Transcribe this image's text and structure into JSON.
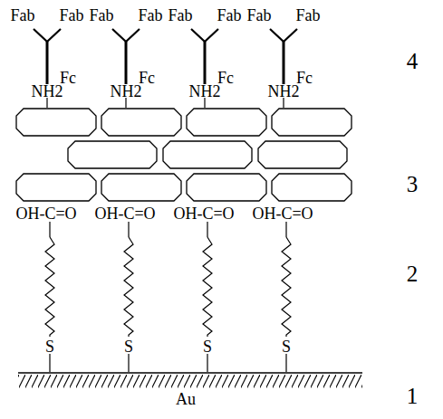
{
  "diagram": {
    "labels": [
      "Fab",
      "Fab",
      "Fab",
      "Fab",
      "Fab",
      "Fab",
      "Fab",
      "Fab",
      "4",
      "Fc",
      "Fc",
      "Fc",
      "Fc",
      "NH2",
      "NH2",
      "NH2",
      "NH2",
      "3",
      "OH-C=O",
      "OH-C=O",
      "OH-C=O",
      "OH-C=O",
      "2",
      "S",
      "S",
      "S",
      "S",
      "Au",
      "1"
    ]
  }
}
